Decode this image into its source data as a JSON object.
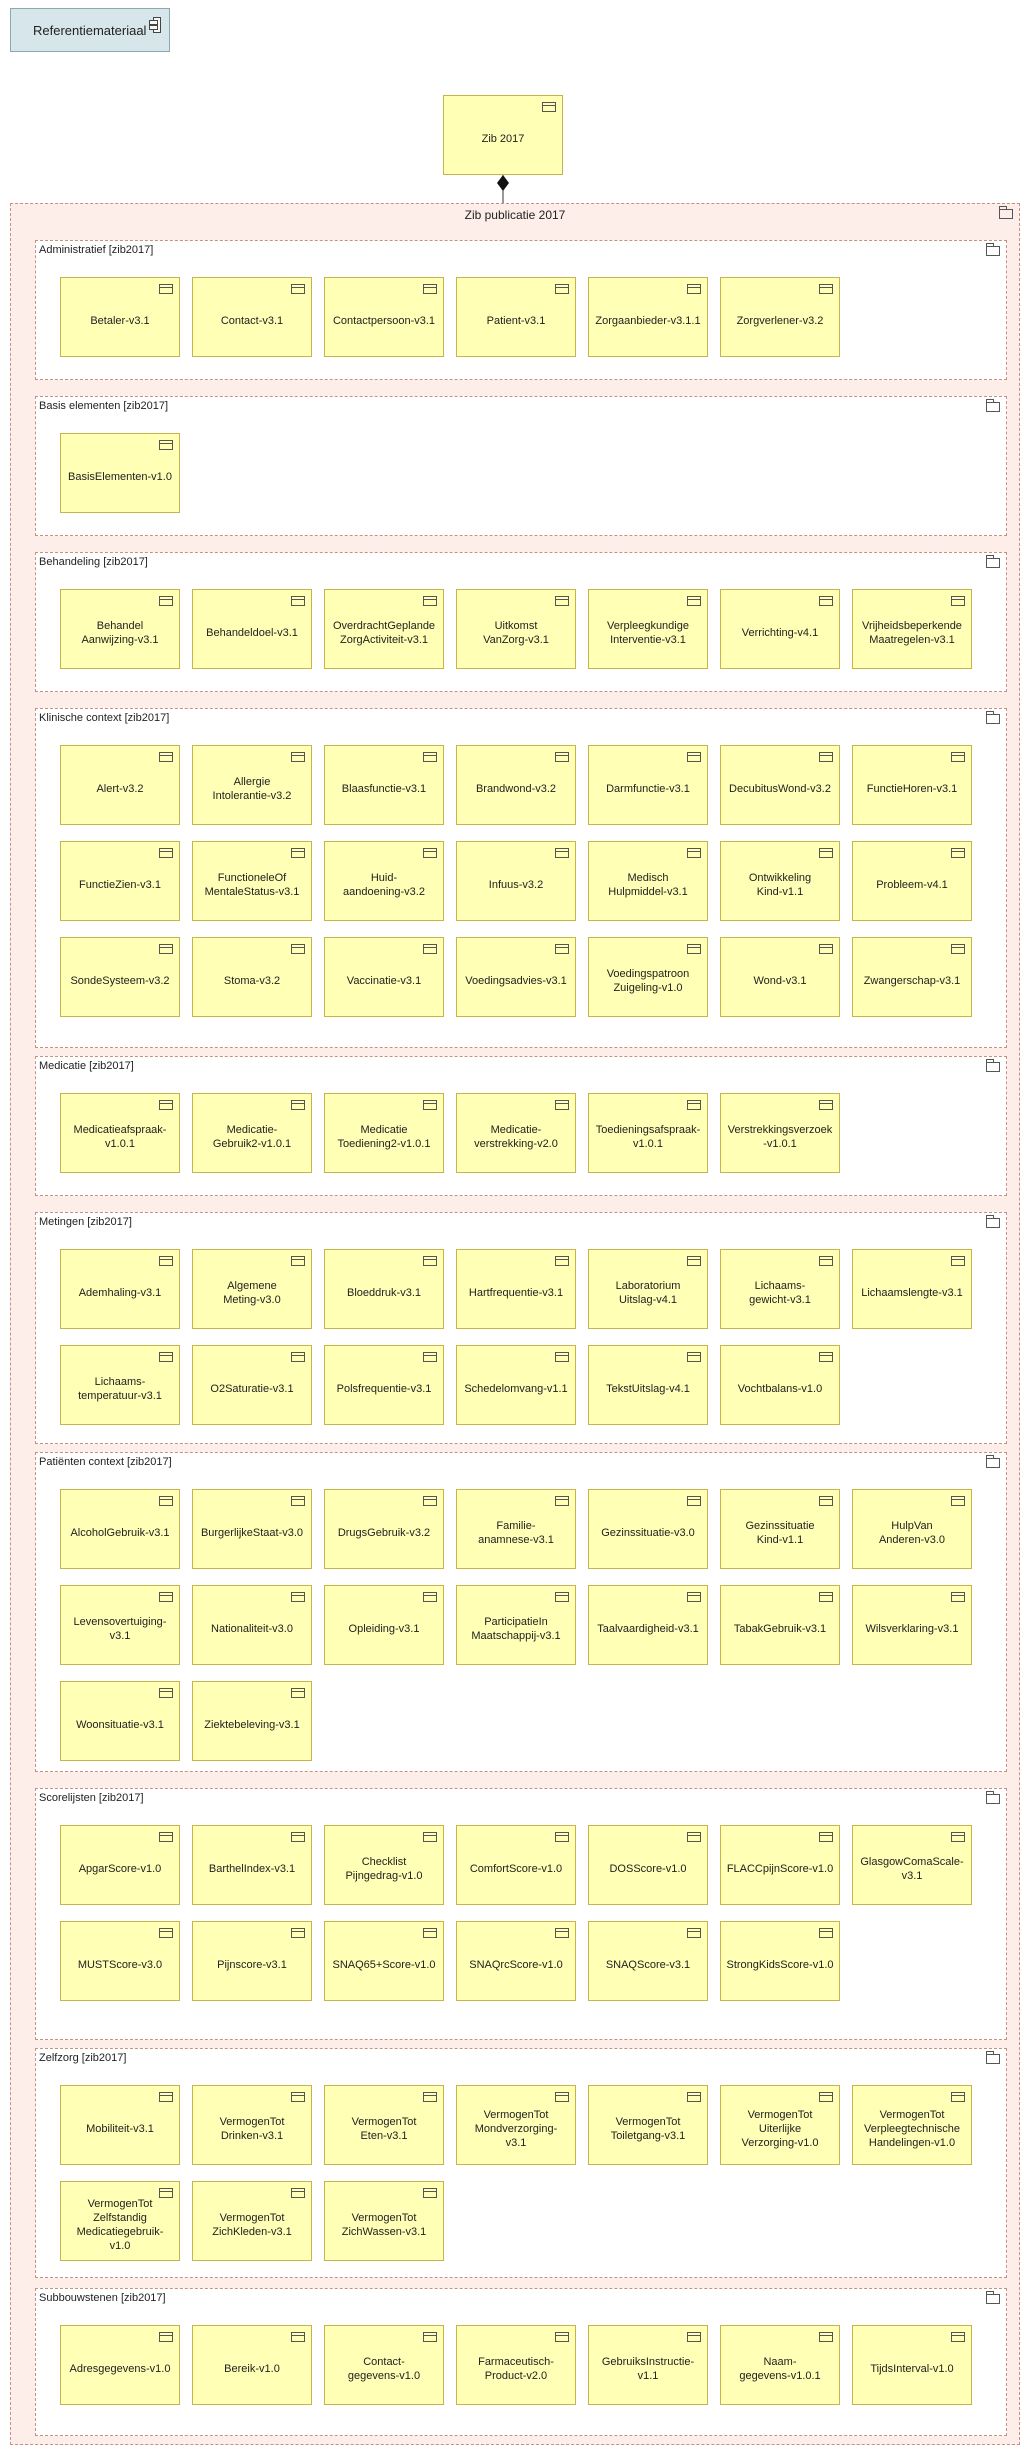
{
  "note": {
    "label": "Referentiemateriaal"
  },
  "root": {
    "label": "Zib 2017"
  },
  "publication": {
    "label": "Zib publicatie 2017"
  },
  "groups": [
    {
      "label": "Administratief [zib2017]",
      "items": [
        "Betaler-v3.1",
        "Contact-v3.1",
        "Contactpersoon-v3.1",
        "Patient-v3.1",
        "Zorgaanbieder-v3.1.1",
        "Zorgverlener-v3.2"
      ]
    },
    {
      "label": "Basis elementen [zib2017]",
      "items": [
        "BasisElementen-v1.0"
      ]
    },
    {
      "label": "Behandeling [zib2017]",
      "items": [
        "Behandel\nAanwijzing-v3.1",
        "Behandeldoel-v3.1",
        "OverdrachtGeplande\nZorgActiviteit-v3.1",
        "Uitkomst\nVanZorg-v3.1",
        "Verpleegkundige\nInterventie-v3.1",
        "Verrichting-v4.1",
        "Vrijheidsbeperkende\nMaatregelen-v3.1"
      ]
    },
    {
      "label": "Klinische context [zib2017]",
      "items": [
        "Alert-v3.2",
        "Allergie\nIntolerantie-v3.2",
        "Blaasfunctie-v3.1",
        "Brandwond-v3.2",
        "Darmfunctie-v3.1",
        "DecubitusWond-v3.2",
        "FunctieHoren-v3.1",
        "FunctieZien-v3.1",
        "FunctioneleOf\nMentaleStatus-v3.1",
        "Huid-\naandoening-v3.2",
        "Infuus-v3.2",
        "Medisch\nHulpmiddel-v3.1",
        "Ontwikkeling\nKind-v1.1",
        "Probleem-v4.1",
        "SondeSysteem-v3.2",
        "Stoma-v3.2",
        "Vaccinatie-v3.1",
        "Voedingsadvies-v3.1",
        "Voedingspatroon\nZuigeling-v1.0",
        "Wond-v3.1",
        "Zwangerschap-v3.1"
      ]
    },
    {
      "label": "Medicatie [zib2017]",
      "items": [
        "Medicatieafspraak-\nv1.0.1",
        "Medicatie-\nGebruik2-v1.0.1",
        "Medicatie\nToediening2-v1.0.1",
        "Medicatie-\nverstrekking-v2.0",
        "Toedieningsafspraak-\nv1.0.1",
        "Verstrekkingsverzoek\n-v1.0.1"
      ]
    },
    {
      "label": "Metingen [zib2017]",
      "items": [
        "Ademhaling-v3.1",
        "Algemene\nMeting-v3.0",
        "Bloeddruk-v3.1",
        "Hartfrequentie-v3.1",
        "Laboratorium\nUitslag-v4.1",
        "Lichaams-\ngewicht-v3.1",
        "Lichaamslengte-v3.1",
        "Lichaams-\ntemperatuur-v3.1",
        "O2Saturatie-v3.1",
        "Polsfrequentie-v3.1",
        "Schedelomvang-v1.1",
        "TekstUitslag-v4.1",
        "Vochtbalans-v1.0"
      ]
    },
    {
      "label": "Patiënten context [zib2017]",
      "items": [
        "AlcoholGebruik-v3.1",
        "BurgerlijkeStaat-v3.0",
        "DrugsGebruik-v3.2",
        "Familie-\nanamnese-v3.1",
        "Gezinssituatie-v3.0",
        "Gezinssituatie\nKind-v1.1",
        "HulpVan\nAnderen-v3.0",
        "Levensovertuiging-\nv3.1",
        "Nationaliteit-v3.0",
        "Opleiding-v3.1",
        "ParticipatieIn\nMaatschappij-v3.1",
        "Taalvaardigheid-v3.1",
        "TabakGebruik-v3.1",
        "Wilsverklaring-v3.1",
        "Woonsituatie-v3.1",
        "Ziektebeleving-v3.1"
      ]
    },
    {
      "label": "Scorelijsten [zib2017]",
      "items": [
        "ApgarScore-v1.0",
        "BarthelIndex-v3.1",
        "Checklist\nPijngedrag-v1.0",
        "ComfortScore-v1.0",
        "DOSScore-v1.0",
        "FLACCpijnScore-v1.0",
        "GlasgowComaScale-\nv3.1",
        "MUSTScore-v3.0",
        "Pijnscore-v3.1",
        "SNAQ65+Score-v1.0",
        "SNAQrcScore-v1.0",
        "SNAQScore-v3.1",
        "StrongKidsScore-v1.0"
      ]
    },
    {
      "label": "Zelfzorg [zib2017]",
      "items": [
        "Mobiliteit-v3.1",
        "VermogenTot\nDrinken-v3.1",
        "VermogenTot\nEten-v3.1",
        "VermogenTot\nMondverzorging-\nv3.1",
        "VermogenTot\nToiletgang-v3.1",
        "VermogenTot\nUiterlijke\nVerzorging-v1.0",
        "VermogenTot\nVerpleegtechnische\nHandelingen-v1.0",
        "VermogenTot\nZelfstandig\nMedicatiegebruik-\nv1.0",
        "VermogenTot\nZichKleden-v3.1",
        "VermogenTot\nZichWassen-v3.1"
      ]
    },
    {
      "label": "Subbouwstenen [zib2017]",
      "items": [
        "Adresgegevens-v1.0",
        "Bereik-v1.0",
        "Contact-\ngegevens-v1.0",
        "Farmaceutisch-\nProduct-v2.0",
        "GebruiksInstructie-\nv1.1",
        "Naam-\ngegevens-v1.0.1",
        "TijdsInterval-v1.0"
      ]
    }
  ]
}
